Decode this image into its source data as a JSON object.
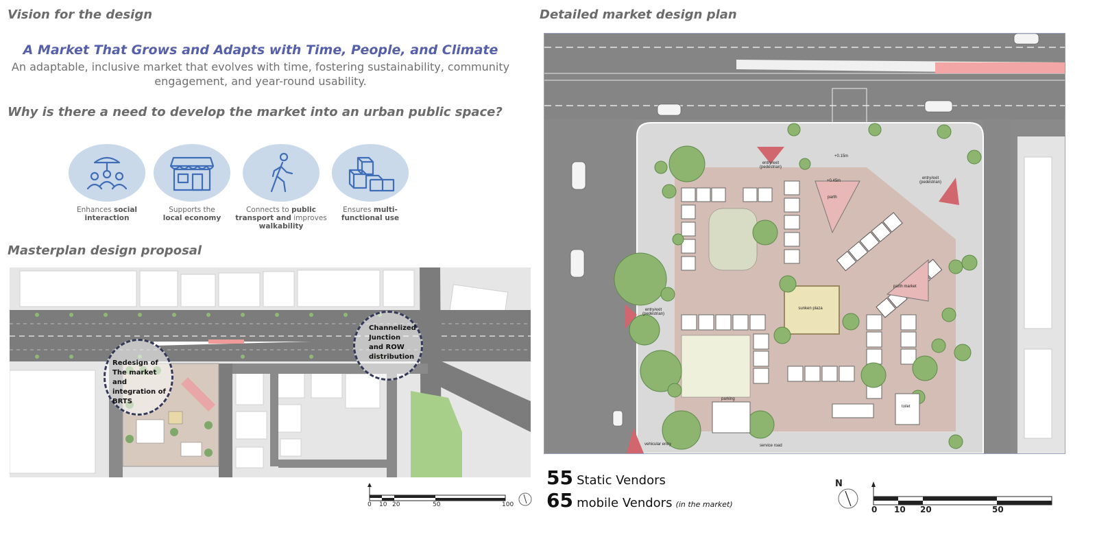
{
  "left": {
    "vision_heading": "Vision for the design",
    "tagline": "A Market That Grows and Adapts with Time, People, and Climate",
    "subtext": "An adaptable, inclusive market that evolves with time, fostering sustainability, community engagement, and year-round usability.",
    "why_heading": "Why is there a need to develop the market into an urban public space?",
    "benefits": [
      {
        "icon": "people-umbrella-icon",
        "pre": "Enhances ",
        "bold": "social interaction",
        "post": ""
      },
      {
        "icon": "storefront-icon",
        "pre": "Supports the ",
        "bold": "local economy",
        "post": ""
      },
      {
        "icon": "walking-person-icon",
        "pre": "Connects to ",
        "bold": "public transport and",
        "post": " improves ",
        "bold2": "walkability"
      },
      {
        "icon": "blocks-icon",
        "pre": "Ensures ",
        "bold": "multi-functional use",
        "post": ""
      }
    ],
    "masterplan_heading": "Masterplan design proposal",
    "callout_left": "Redesign of The market and integration of BRTS",
    "callout_right": "Channelized Junction and ROW distribution",
    "scale_ticks": [
      "0",
      "10",
      "20",
      "50",
      "100"
    ]
  },
  "right": {
    "plan_heading": "Detailed market design plan",
    "plan_labels": {
      "entry_ped_top": "entry/exit (pedestrian)",
      "entry_ped_right": "entry/exit (pedestrian)",
      "entry_ped_left": "entry/exit (pedestrian)",
      "level_015": "+0.15m",
      "level_045": "+0.45m",
      "parth": "parth",
      "sunken_plaza": "sunken plaza",
      "parking": "parking",
      "toilet": "toilet",
      "service_road": "service road",
      "vehicular_entry": "vehicular entry",
      "parth_market": "parth market"
    },
    "static_count": "55",
    "static_label": "Static Vendors",
    "mobile_count": "65",
    "mobile_label": "mobile Vendors",
    "mobile_note": "(in the market)",
    "north": "N",
    "scale_ticks": [
      "0",
      "10",
      "20",
      "50"
    ]
  }
}
